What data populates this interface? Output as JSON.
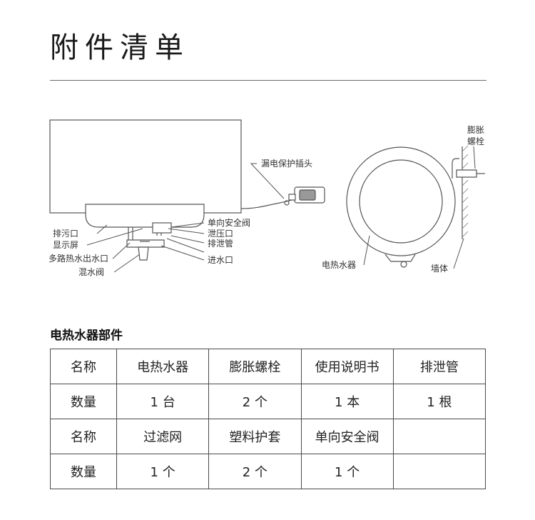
{
  "title": "附件清单",
  "diagram": {
    "front_labels": {
      "leakage_plug": "漏电保护插头",
      "drain_port": "排污口",
      "display": "显示屏",
      "multi_outlet": "多路热水出水口",
      "mix_valve": "混水阀",
      "check_valve": "单向安全阀",
      "relief_port": "泄压口",
      "drain_pipe": "排泄管",
      "inlet": "进水口"
    },
    "side_labels": {
      "expansion_bolt_line1": "膨胀",
      "expansion_bolt_line2": "螺栓",
      "heater": "电热水器",
      "wall": "墙体"
    }
  },
  "parts_section": {
    "heading": "电热水器部件",
    "rows": [
      [
        "名称",
        "电热水器",
        "膨胀螺栓",
        "使用说明书",
        "排泄管"
      ],
      [
        "数量",
        "1 台",
        "2 个",
        "1 本",
        "1 根"
      ],
      [
        "名称",
        "过滤网",
        "塑料护套",
        "单向安全阀",
        ""
      ],
      [
        "数量",
        "1 个",
        "2 个",
        "1 个",
        ""
      ]
    ]
  }
}
